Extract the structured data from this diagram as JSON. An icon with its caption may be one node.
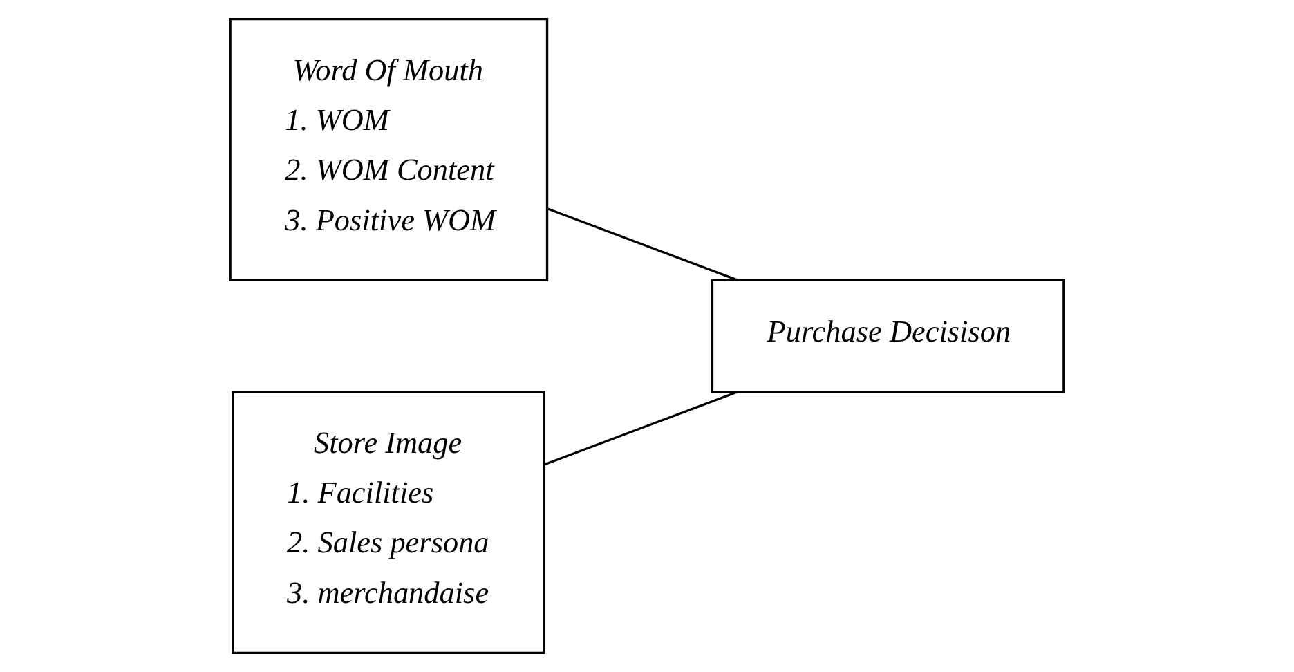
{
  "diagram": {
    "nodes": [
      {
        "text": [
          "Word Of Mouth",
          "1. WOM",
          "2. WOM Content",
          "3. Positive WOM"
        ]
      },
      {
        "text": [
          "Store Image",
          "1. Facilities",
          "2. Sales persona",
          "3. merchandaise"
        ]
      },
      {
        "text": [
          "Purchase Decisison"
        ]
      }
    ],
    "edges": [
      {
        "from": 0,
        "to": 2,
        "arrow": "none"
      },
      {
        "from": 1,
        "to": 2,
        "arrow": "none"
      }
    ]
  }
}
